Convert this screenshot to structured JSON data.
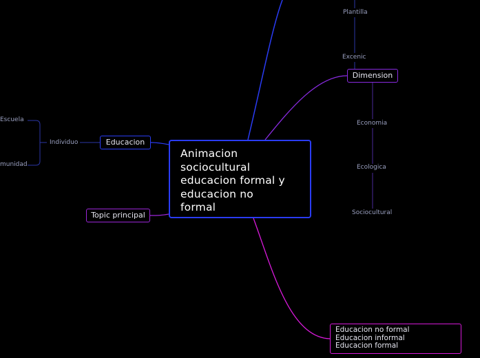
{
  "central_topic": "Animacion sociocultural educacion formal y educacion no formal",
  "central_lines": [
    "Animacion",
    "sociocultural",
    "educacion formal y",
    "educacion no",
    "formal"
  ],
  "nodes": {
    "educacion": "Educacion",
    "topic_principal": "Topic principal",
    "dimension": "Dimension"
  },
  "labels": {
    "individuo": "Individuo",
    "escuela": "Escuela",
    "comunidad": "munidad",
    "plantilla": "Plantilla",
    "excenic": "Excenic",
    "economia": "Economia",
    "ecologica": "Ecologica",
    "sociocultural": "Sociocultural"
  },
  "types_list": [
    "Educacion no formal",
    "Educacion informal",
    "Educacion formal"
  ],
  "colors": {
    "background": "#000000",
    "blue": "#2a3cf5",
    "purple": "#8a2be2",
    "violet": "#9c27d9",
    "magenta": "#d91adb",
    "sub_branch": "#2b36a6"
  }
}
